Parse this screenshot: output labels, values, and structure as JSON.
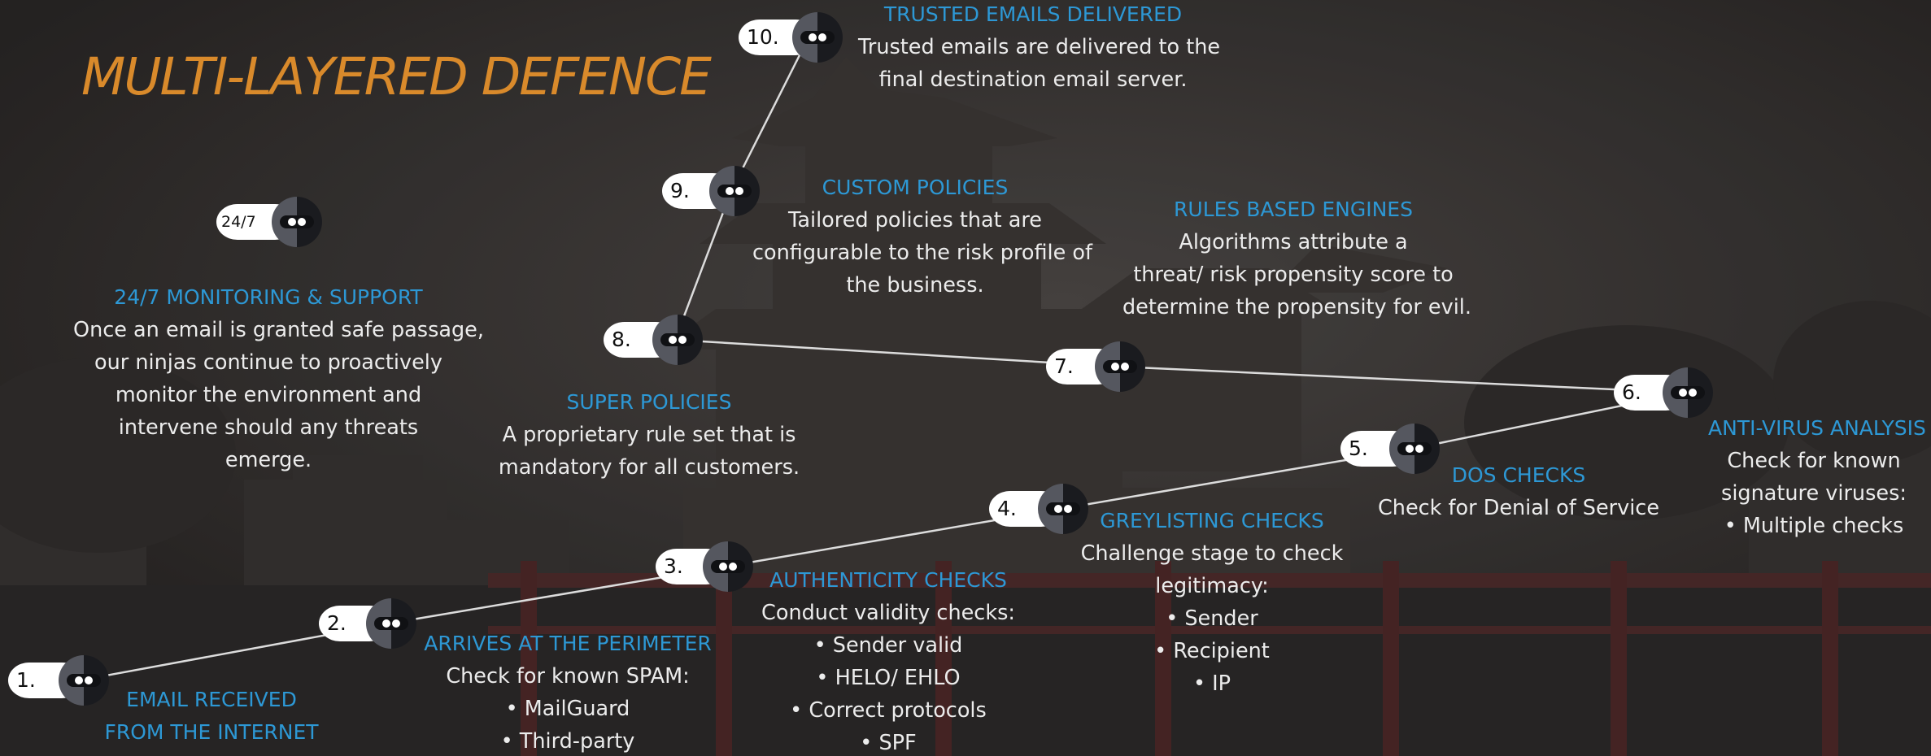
{
  "title": "MULTI-LAYERED DEFENCE",
  "colors": {
    "title": "#d98a2b",
    "heading": "#2d98d5",
    "body_text": "#ececec",
    "connector": "#dcdcdc"
  },
  "nodes": [
    {
      "id": "1",
      "label": "1."
    },
    {
      "id": "2",
      "label": "2."
    },
    {
      "id": "3",
      "label": "3."
    },
    {
      "id": "4",
      "label": "4."
    },
    {
      "id": "5",
      "label": "5."
    },
    {
      "id": "6",
      "label": "6."
    },
    {
      "id": "7",
      "label": "7."
    },
    {
      "id": "8",
      "label": "8."
    },
    {
      "id": "9",
      "label": "9."
    },
    {
      "id": "10",
      "label": "10."
    },
    {
      "id": "24-7",
      "label": "24/7"
    }
  ],
  "connections": [
    [
      "1",
      "2"
    ],
    [
      "2",
      "3"
    ],
    [
      "3",
      "4"
    ],
    [
      "4",
      "5"
    ],
    [
      "5",
      "6"
    ],
    [
      "6",
      "7"
    ],
    [
      "7",
      "8"
    ],
    [
      "8",
      "9"
    ],
    [
      "9",
      "10"
    ]
  ],
  "blocks": [
    {
      "id": "email-received",
      "heading": "EMAIL RECEIVED",
      "lines": [
        "FROM THE INTERNET"
      ]
    },
    {
      "id": "arrives-perimeter",
      "heading": "ARRIVES AT THE PERIMETER",
      "lines": [
        "Check for known SPAM:",
        "• MailGuard",
        "• Third-party"
      ]
    },
    {
      "id": "authenticity-checks",
      "heading": "AUTHENTICITY CHECKS",
      "lines": [
        "Conduct validity checks:",
        "• Sender valid",
        "• HELO/ EHLO",
        "• Correct protocols",
        "• SPF"
      ]
    },
    {
      "id": "greylisting-checks",
      "heading": "GREYLISTING CHECKS",
      "lines": [
        "Challenge stage to check",
        "legitimacy:",
        "• Sender",
        "• Recipient",
        "• IP"
      ]
    },
    {
      "id": "dos-checks",
      "heading": "DOS CHECKS",
      "lines": [
        "Check for Denial of Service"
      ]
    },
    {
      "id": "anti-virus",
      "heading": "ANTI-VIRUS ANALYSIS",
      "lines": [
        "Check for known",
        "signature viruses:",
        "• Multiple checks"
      ]
    },
    {
      "id": "rules-engines",
      "heading": "RULES BASED ENGINES",
      "lines": [
        "Algorithms attribute a",
        "threat/ risk propensity score to",
        "determine the propensity for evil."
      ]
    },
    {
      "id": "super-policies",
      "heading": "SUPER POLICIES",
      "lines": [
        "A proprietary rule set that is",
        "mandatory for all customers."
      ]
    },
    {
      "id": "custom-policies",
      "heading": "CUSTOM POLICIES",
      "lines": [
        "Tailored policies that are",
        "configurable to the risk profile of",
        "the business."
      ]
    },
    {
      "id": "trusted-emails",
      "heading": "TRUSTED EMAILS DELIVERED",
      "lines": [
        "Trusted emails are delivered to the",
        "final destination email server."
      ]
    },
    {
      "id": "monitoring",
      "heading": "24/7 MONITORING & SUPPORT",
      "lines": [
        "Once an email is granted safe passage,",
        "our ninjas continue to proactively",
        "monitor the environment and",
        "intervene should any threats",
        "emerge."
      ]
    }
  ]
}
